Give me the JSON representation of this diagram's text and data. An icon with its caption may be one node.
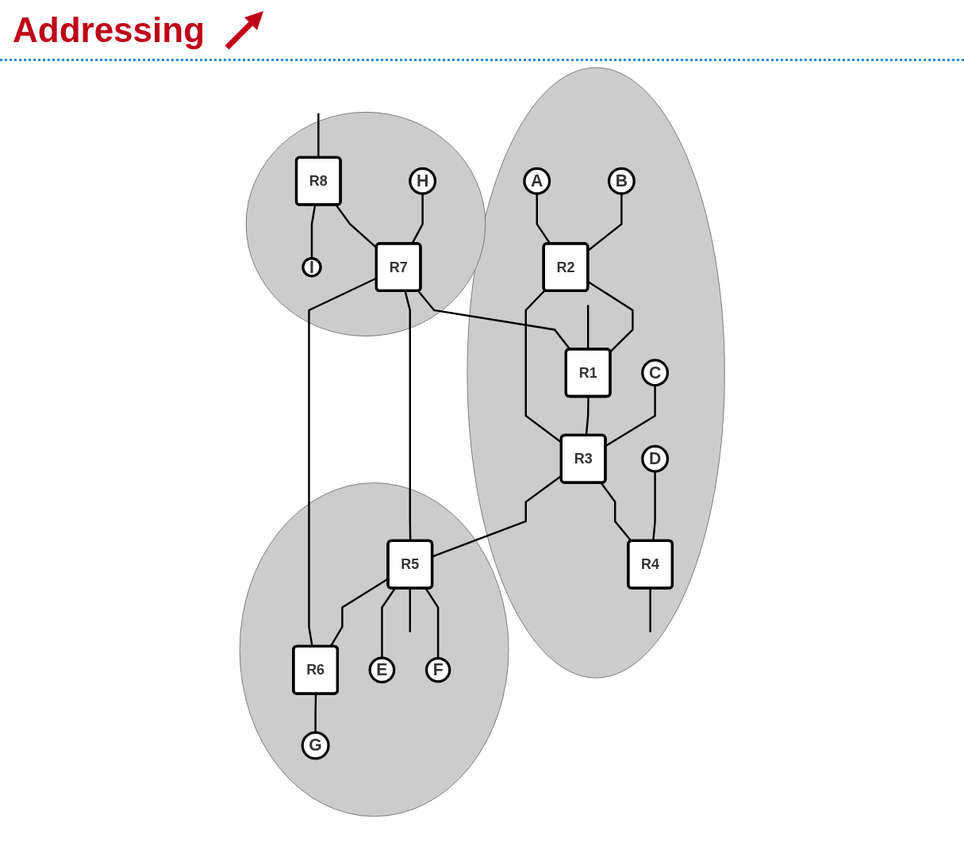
{
  "diagram": {
    "title": "Addressing",
    "nodes": [
      {
        "text": [],
        "shape": "circle"
      },
      {
        "text": [
          "R8"
        ],
        "in": 0
      },
      {
        "text": [
          "I"
        ],
        "in": 0
      },
      {
        "text": [
          "H"
        ],
        "in": 0
      },
      {
        "text": [
          "R7"
        ],
        "in": 0
      },
      {
        "text": [],
        "shape": "circle"
      },
      {
        "text": [
          "A"
        ],
        "in": 5
      },
      {
        "text": [
          "R2"
        ],
        "in": 5
      },
      {
        "text": [
          "R1"
        ],
        "in": 5
      },
      {
        "text": [
          "B"
        ],
        "in": 5
      },
      {
        "text": [
          "C"
        ],
        "in": 5
      },
      {
        "text": [
          "R3"
        ],
        "in": 5
      },
      {
        "text": [
          "D"
        ],
        "in": 5
      },
      {
        "text": [
          "R4"
        ],
        "in": 5
      },
      {
        "text": [],
        "shape": "circle"
      },
      {
        "text": [
          "R6"
        ],
        "in": 14
      },
      {
        "text": [
          "R5"
        ],
        "in": 14
      },
      {
        "text": [
          "G"
        ],
        "in": 14
      },
      {
        "text": [
          "E"
        ],
        "in": 14
      },
      {
        "text": [
          "F"
        ],
        "in": 14
      }
    ],
    "edges": [
      {
        "from": null,
        "to": 1,
        "arrow": "none"
      },
      {
        "from": 1,
        "to": 2,
        "arrow": "none"
      },
      {
        "from": 1,
        "to": 4,
        "arrow": "none"
      },
      {
        "from": 3,
        "to": 4,
        "arrow": "none"
      },
      {
        "from": null,
        "to": 8,
        "arrow": "none"
      },
      {
        "from": 4,
        "to": 8,
        "arrow": "none"
      },
      {
        "from": 4,
        "to": 15,
        "arrow": "none"
      },
      {
        "from": 4,
        "to": 16,
        "arrow": "none"
      },
      {
        "from": 6,
        "to": 7,
        "arrow": "none"
      },
      {
        "from": 9,
        "to": 7,
        "arrow": "none"
      },
      {
        "from": 7,
        "to": 8,
        "arrow": "none"
      },
      {
        "from": 7,
        "to": 11,
        "arrow": "none"
      },
      {
        "from": 8,
        "to": 11,
        "arrow": "none"
      },
      {
        "from": 10,
        "to": 11,
        "arrow": "none"
      },
      {
        "from": 11,
        "to": 16,
        "arrow": "none"
      },
      {
        "from": 11,
        "to": 13,
        "arrow": "none"
      },
      {
        "from": 12,
        "to": 13,
        "arrow": "none"
      },
      {
        "from": 13,
        "to": null,
        "arrow": "none"
      },
      {
        "from": 16,
        "to": 15,
        "arrow": "none"
      },
      {
        "from": 15,
        "to": 17,
        "arrow": "none"
      },
      {
        "from": 16,
        "to": 18,
        "arrow": "none"
      },
      {
        "from": 16,
        "to": 19,
        "arrow": "none"
      },
      {
        "from": 16,
        "to": null,
        "arrow": "none"
      }
    ]
  }
}
